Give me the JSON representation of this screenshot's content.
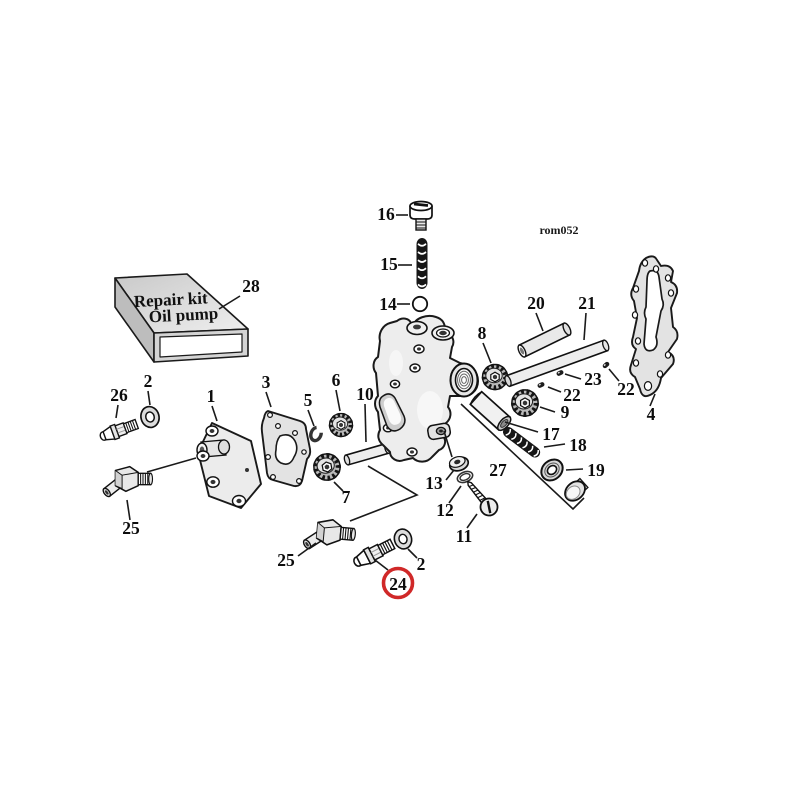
{
  "diagram": {
    "watermark": "rom052",
    "kit_box": {
      "line1": "Repair kit",
      "line2": "Oil pump"
    },
    "colors": {
      "background": "#ffffff",
      "line": "#1a1a1a",
      "highlight": "#d02828"
    },
    "callouts": {
      "p1": "1",
      "p2": "2",
      "p3": "3",
      "p4": "4",
      "p5": "5",
      "p6": "6",
      "p7": "7",
      "p8": "8",
      "p9": "9",
      "p10": "10",
      "p11": "11",
      "p12": "12",
      "p13": "13",
      "p14": "14",
      "p15": "15",
      "p16": "16",
      "p17": "17",
      "p18": "18",
      "p19": "19",
      "p20": "20",
      "p21": "21",
      "p22": "22",
      "p23": "23",
      "p24": "24",
      "p25": "25",
      "p26": "26",
      "p27": "27",
      "p28": "28"
    }
  }
}
